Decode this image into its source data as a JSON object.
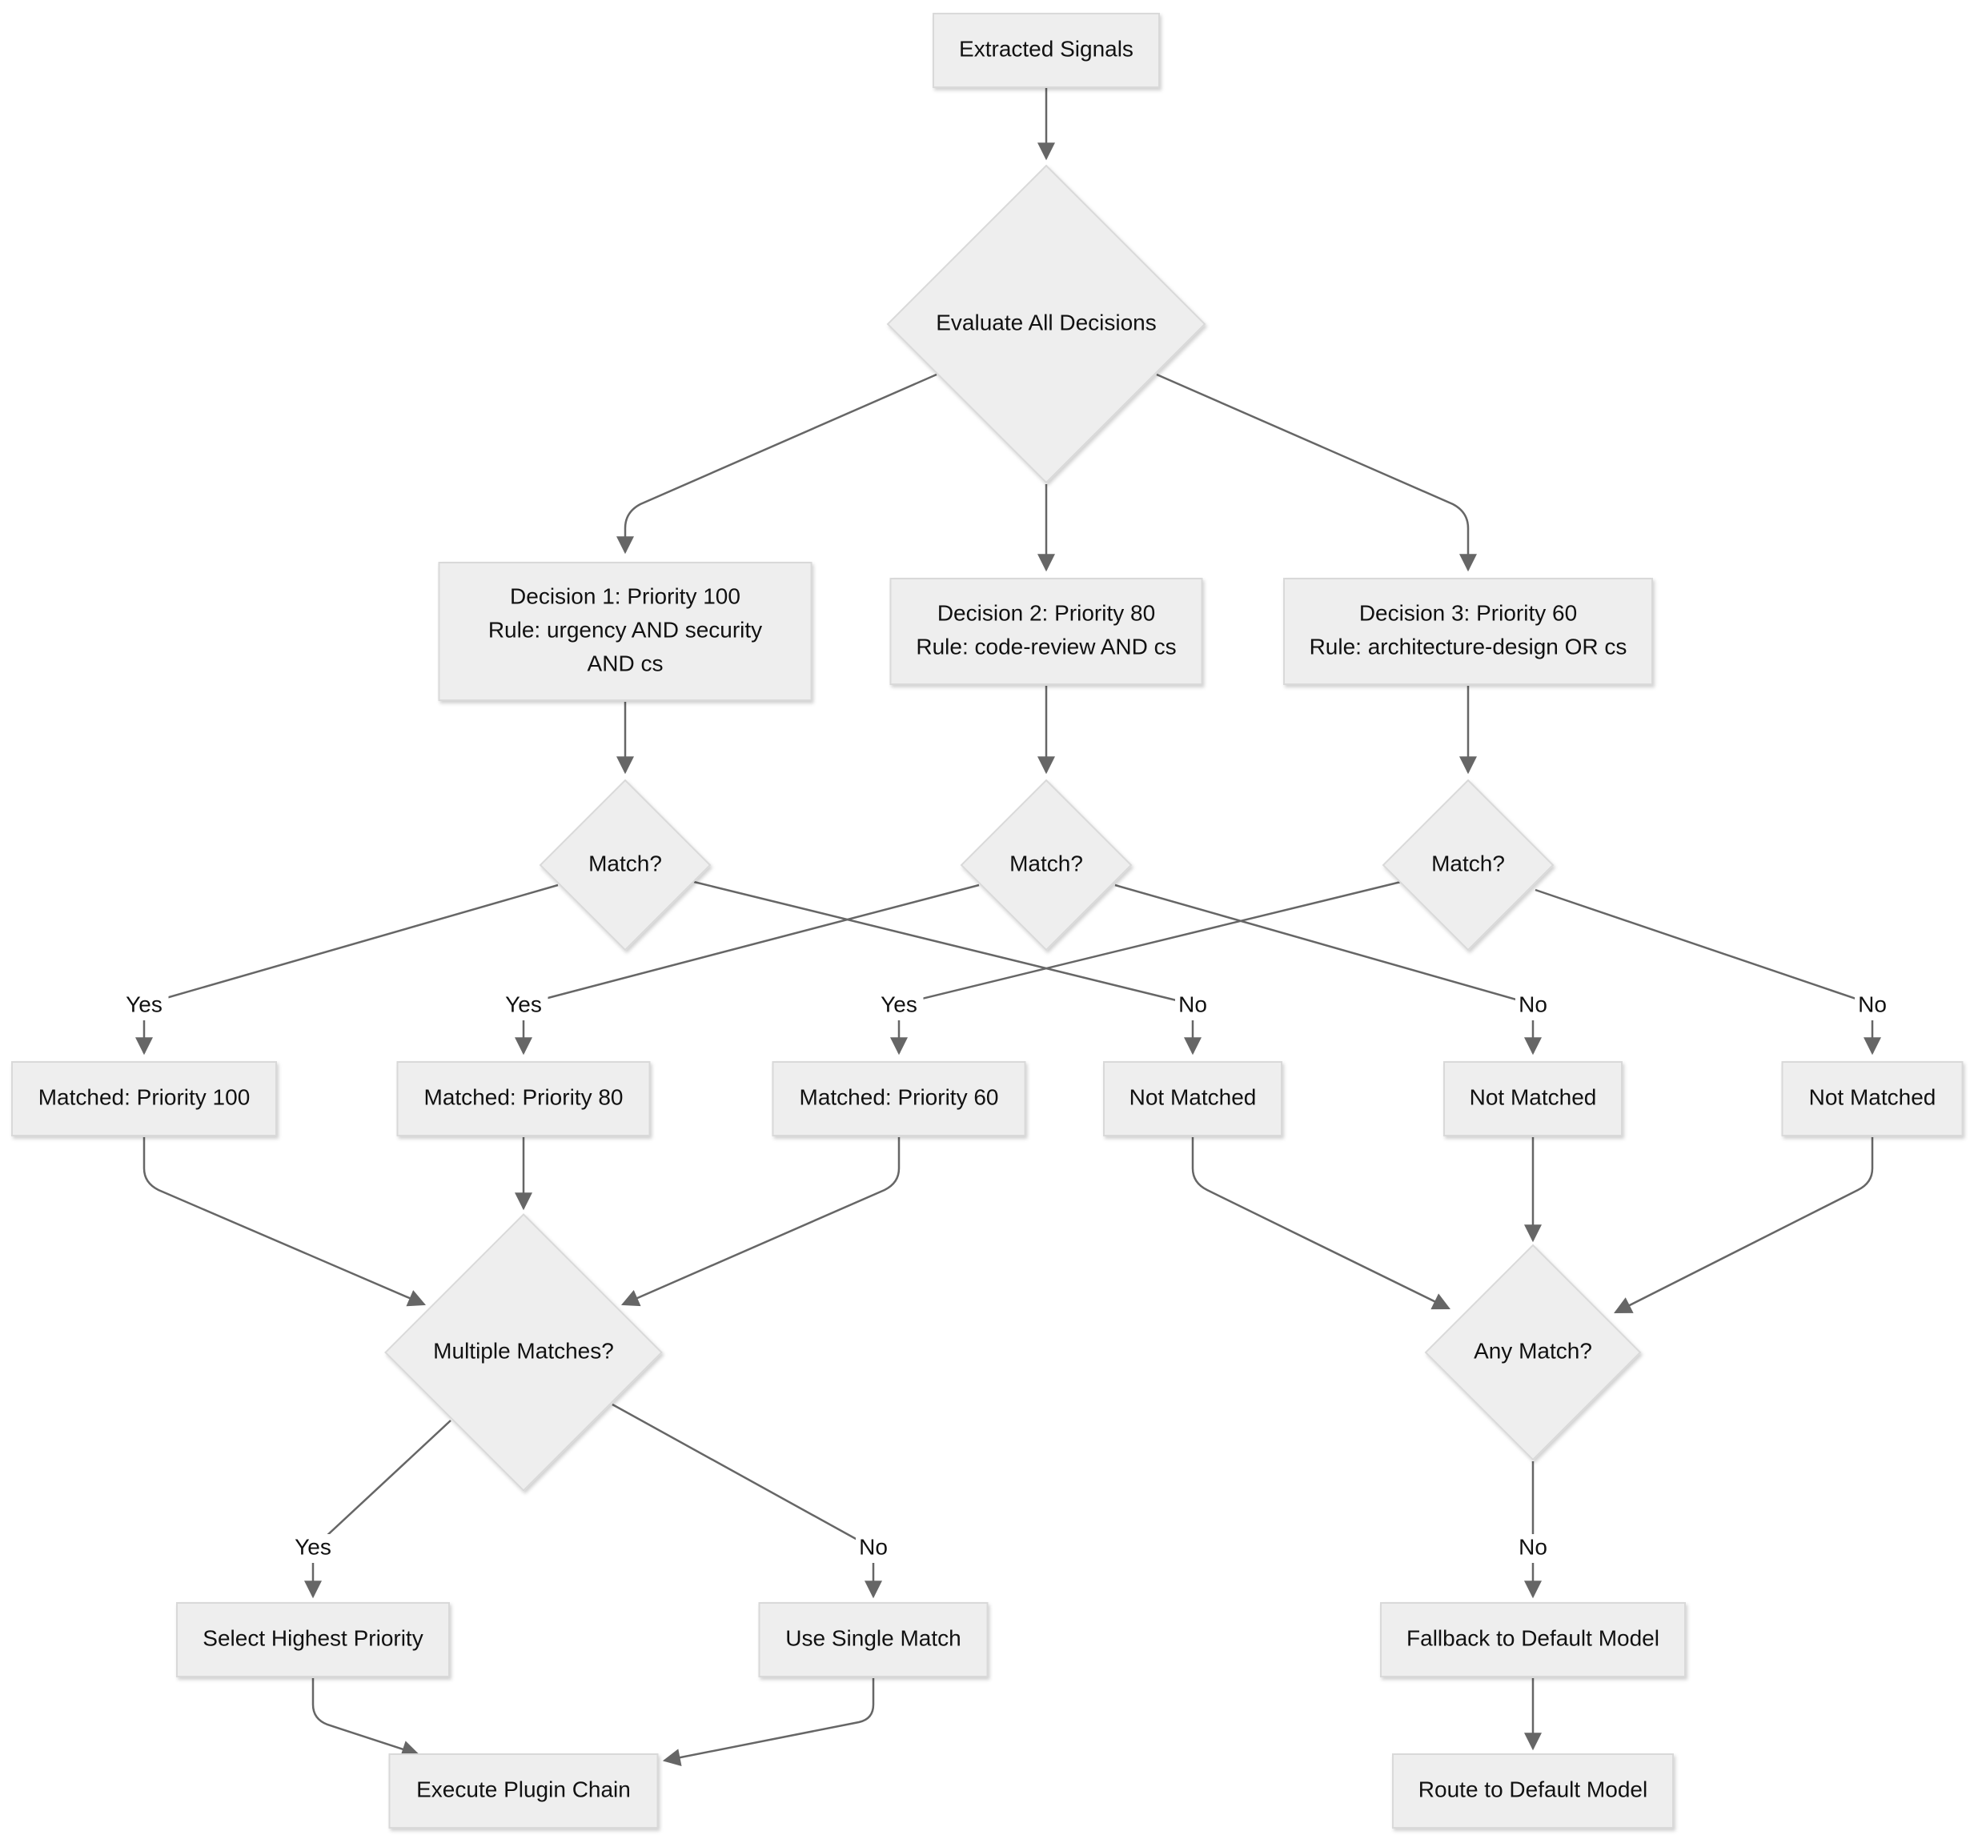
{
  "nodes": {
    "extracted_signals": {
      "lines": [
        "Extracted Signals"
      ]
    },
    "evaluate_all": {
      "lines": [
        "Evaluate All Decisions"
      ]
    },
    "decision_1": {
      "lines": [
        "Decision 1: Priority 100",
        "Rule: urgency AND security",
        "AND cs"
      ]
    },
    "decision_2": {
      "lines": [
        "Decision 2: Priority 80",
        "Rule: code-review AND cs"
      ]
    },
    "decision_3": {
      "lines": [
        "Decision 3: Priority 60",
        "Rule: architecture-design OR cs"
      ]
    },
    "match_1": {
      "lines": [
        "Match?"
      ]
    },
    "match_2": {
      "lines": [
        "Match?"
      ]
    },
    "match_3": {
      "lines": [
        "Match?"
      ]
    },
    "matched_100": {
      "lines": [
        "Matched: Priority 100"
      ]
    },
    "matched_80": {
      "lines": [
        "Matched: Priority 80"
      ]
    },
    "matched_60": {
      "lines": [
        "Matched: Priority 60"
      ]
    },
    "not_matched_1": {
      "lines": [
        "Not Matched"
      ]
    },
    "not_matched_2": {
      "lines": [
        "Not Matched"
      ]
    },
    "not_matched_3": {
      "lines": [
        "Not Matched"
      ]
    },
    "multiple_matches": {
      "lines": [
        "Multiple Matches?"
      ]
    },
    "any_match": {
      "lines": [
        "Any Match?"
      ]
    },
    "select_highest": {
      "lines": [
        "Select Highest Priority"
      ]
    },
    "use_single": {
      "lines": [
        "Use Single Match"
      ]
    },
    "fallback_default": {
      "lines": [
        "Fallback to Default Model"
      ]
    },
    "execute_plugin": {
      "lines": [
        "Execute Plugin Chain"
      ]
    },
    "route_default": {
      "lines": [
        "Route to Default Model"
      ]
    }
  },
  "edges": [
    {
      "id": "e-signals-evaluate",
      "from": "extracted_signals",
      "to": "evaluate_all",
      "label": ""
    },
    {
      "id": "e-evaluate-d1",
      "from": "evaluate_all",
      "to": "decision_1",
      "label": ""
    },
    {
      "id": "e-evaluate-d2",
      "from": "evaluate_all",
      "to": "decision_2",
      "label": ""
    },
    {
      "id": "e-evaluate-d3",
      "from": "evaluate_all",
      "to": "decision_3",
      "label": ""
    },
    {
      "id": "e-d1-match1",
      "from": "decision_1",
      "to": "match_1",
      "label": ""
    },
    {
      "id": "e-d2-match2",
      "from": "decision_2",
      "to": "match_2",
      "label": ""
    },
    {
      "id": "e-d3-match3",
      "from": "decision_3",
      "to": "match_3",
      "label": ""
    },
    {
      "id": "e-match1-yes",
      "from": "match_1",
      "to": "matched_100",
      "label": "Yes"
    },
    {
      "id": "e-match1-no",
      "from": "match_1",
      "to": "not_matched_1",
      "label": "No"
    },
    {
      "id": "e-match2-yes",
      "from": "match_2",
      "to": "matched_80",
      "label": "Yes"
    },
    {
      "id": "e-match2-no",
      "from": "match_2",
      "to": "not_matched_2",
      "label": "No"
    },
    {
      "id": "e-match3-yes",
      "from": "match_3",
      "to": "matched_60",
      "label": "Yes"
    },
    {
      "id": "e-match3-no",
      "from": "match_3",
      "to": "not_matched_3",
      "label": "No"
    },
    {
      "id": "e-m100-multiple",
      "from": "matched_100",
      "to": "multiple_matches",
      "label": ""
    },
    {
      "id": "e-m80-multiple",
      "from": "matched_80",
      "to": "multiple_matches",
      "label": ""
    },
    {
      "id": "e-m60-multiple",
      "from": "matched_60",
      "to": "multiple_matches",
      "label": ""
    },
    {
      "id": "e-nm1-any",
      "from": "not_matched_1",
      "to": "any_match",
      "label": ""
    },
    {
      "id": "e-nm2-any",
      "from": "not_matched_2",
      "to": "any_match",
      "label": ""
    },
    {
      "id": "e-nm3-any",
      "from": "not_matched_3",
      "to": "any_match",
      "label": ""
    },
    {
      "id": "e-multiple-yes",
      "from": "multiple_matches",
      "to": "select_highest",
      "label": "Yes"
    },
    {
      "id": "e-multiple-no",
      "from": "multiple_matches",
      "to": "use_single",
      "label": "No"
    },
    {
      "id": "e-any-no",
      "from": "any_match",
      "to": "fallback_default",
      "label": "No"
    },
    {
      "id": "e-select-execute",
      "from": "select_highest",
      "to": "execute_plugin",
      "label": ""
    },
    {
      "id": "e-single-execute",
      "from": "use_single",
      "to": "execute_plugin",
      "label": ""
    },
    {
      "id": "e-fallback-route",
      "from": "fallback_default",
      "to": "route_default",
      "label": ""
    }
  ]
}
